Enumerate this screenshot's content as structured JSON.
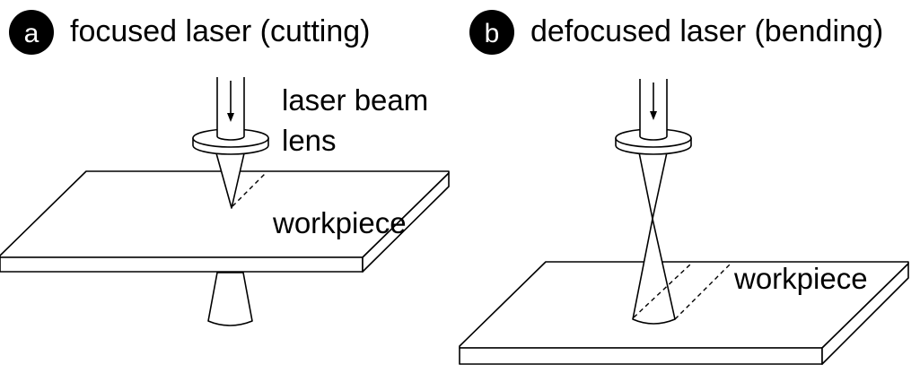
{
  "panel_a": {
    "letter": "a",
    "title": "focused laser (cutting)",
    "labels": {
      "beam": "laser beam",
      "lens": "lens",
      "workpiece": "workpiece"
    }
  },
  "panel_b": {
    "letter": "b",
    "title": "defocused laser (bending)",
    "labels": {
      "workpiece": "workpiece"
    }
  },
  "colors": {
    "badge": "#000000",
    "line": "#000000",
    "background": "#ffffff"
  }
}
